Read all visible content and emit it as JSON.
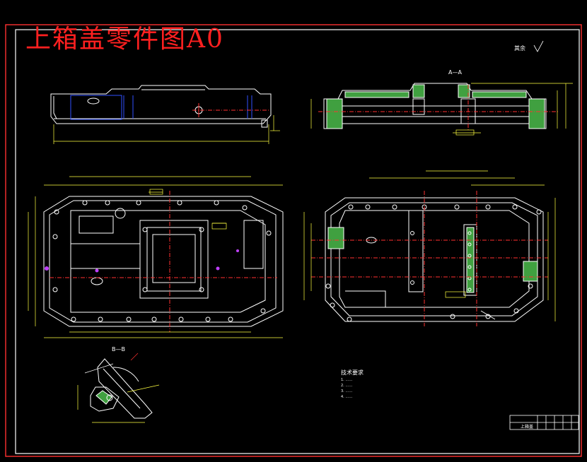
{
  "drawing": {
    "title": "上箱盖零件图A0",
    "roughness": "其余",
    "section_aa": "A—A",
    "section_bb": "B—B",
    "tech_req_title": "技术要求",
    "tech_req": [
      "1. ……",
      "2. ……",
      "3. ……",
      "4. ……"
    ],
    "title_block_name": "上箱盖",
    "colors": {
      "background": "#000000",
      "frame": "#ff3030",
      "outline": "#ffffff",
      "dimension": "#ffff40",
      "centerline": "#ff3030",
      "hidden": "#3050ff",
      "section_fill": "#40a040",
      "marker": "#c040ff"
    }
  }
}
